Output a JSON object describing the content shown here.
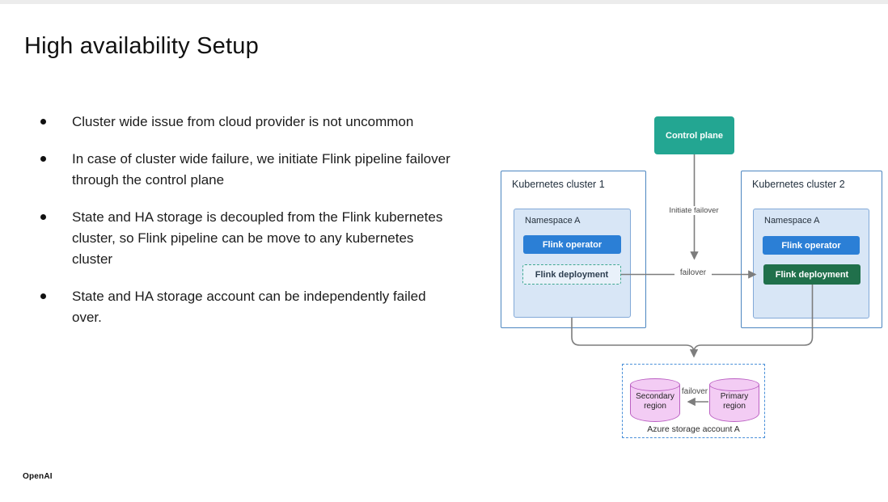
{
  "slide": {
    "title": "High availability Setup",
    "footer": "OpenAI"
  },
  "bullets": [
    "Cluster wide issue from cloud provider is not uncommon",
    "In case of cluster wide failure, we initiate Flink pipeline failover through the control plane",
    "State and HA storage is decoupled from the Flink kubernetes cluster, so Flink pipeline can be move to any kubernetes cluster",
    "State and HA storage account can be independently failed over."
  ],
  "diagram": {
    "control_plane_label": "Control plane",
    "initiate_failover_label": "Initiate failover",
    "cluster_failover_label": "failover",
    "storage_failover_label": "failover",
    "cluster1": {
      "title": "Kubernetes cluster 1",
      "namespace": "Namespace A",
      "operator": "Flink operator",
      "deployment": "Flink deployment"
    },
    "cluster2": {
      "title": "Kubernetes cluster 2",
      "namespace": "Namespace A",
      "operator": "Flink operator",
      "deployment": "Flink deployment"
    },
    "storage": {
      "secondary": "Secondary region",
      "primary": "Primary region",
      "caption": "Azure storage account A"
    },
    "colors": {
      "control_plane": "#23a692",
      "flink_operator": "#2b7fd6",
      "flink_deployment_active": "#20704b",
      "namespace_fill": "#d8e6f6",
      "cluster_border": "#4c86c0",
      "deployment_dashed_border": "#3fa892",
      "storage_dashed_border": "#4a90d9",
      "cylinder_fill": "#f3ccf4",
      "cylinder_border": "#bb61c3",
      "arrow": "#7d7d7d"
    }
  }
}
